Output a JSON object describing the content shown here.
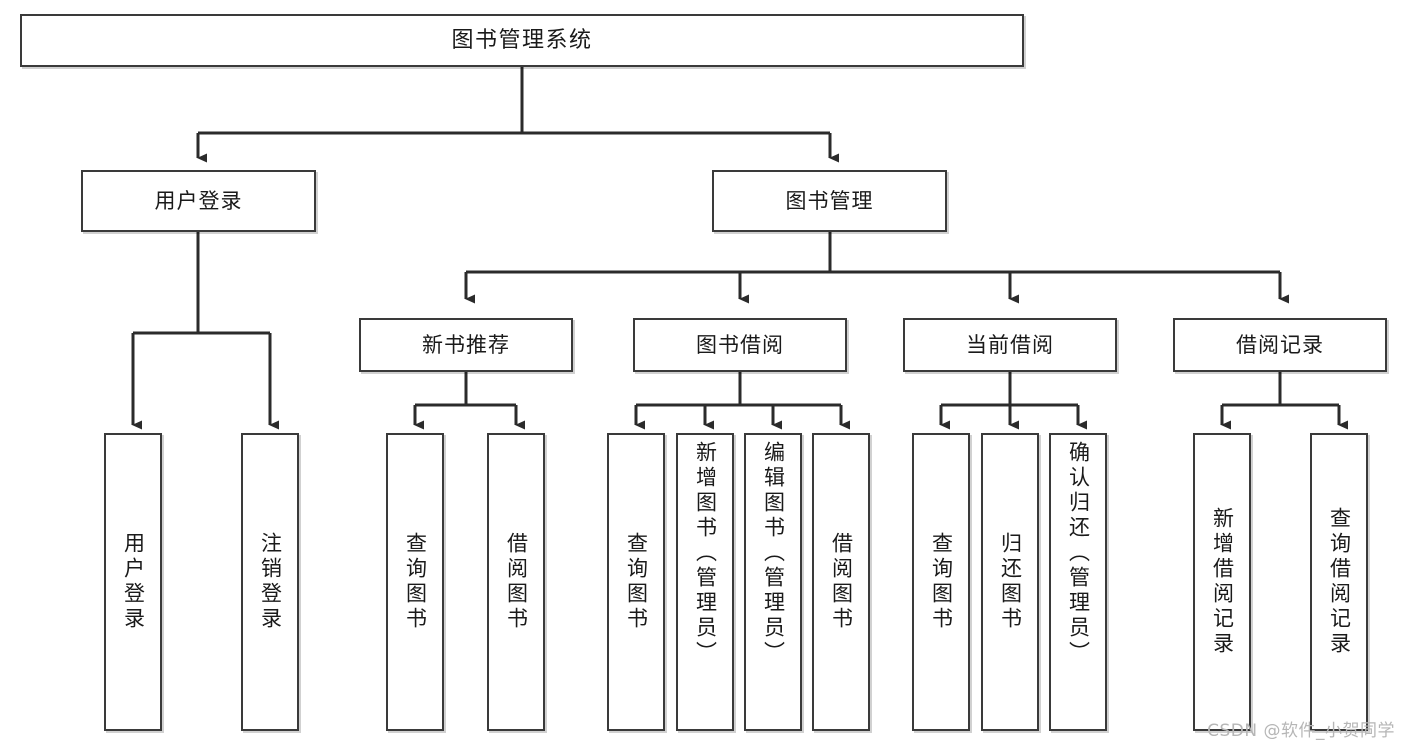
{
  "diagram": {
    "title": "图书管理系统",
    "type": "tree-structure-chart",
    "colors": {
      "box_border": "#3a3a3a",
      "box_fill": "#ffffff",
      "connector": "#2b2b2b",
      "background": "#ffffff",
      "watermark": "#b6b6b6"
    },
    "root": {
      "label": "图书管理系统"
    },
    "level1": [
      {
        "label": "用户登录"
      },
      {
        "label": "图书管理"
      }
    ],
    "level2": [
      {
        "label": "新书推荐"
      },
      {
        "label": "图书借阅"
      },
      {
        "label": "当前借阅"
      },
      {
        "label": "借阅记录"
      }
    ],
    "leaves": {
      "user_login": [
        {
          "label": "用户登录"
        },
        {
          "label": "注销登录"
        }
      ],
      "new_book_recommend": [
        {
          "label": "查询图书"
        },
        {
          "label": "借阅图书"
        }
      ],
      "book_borrow": [
        {
          "label": "查询图书"
        },
        {
          "label": "新增图书（管理员）"
        },
        {
          "label": "编辑图书（管理员）"
        },
        {
          "label": "借阅图书"
        }
      ],
      "current_borrow": [
        {
          "label": "查询图书"
        },
        {
          "label": "归还图书"
        },
        {
          "label": "确认归还（管理员）"
        }
      ],
      "borrow_record": [
        {
          "label": "新增借阅记录"
        },
        {
          "label": "查询借阅记录"
        }
      ]
    }
  },
  "watermark": {
    "text": "CSDN @软件_小贺同学"
  }
}
